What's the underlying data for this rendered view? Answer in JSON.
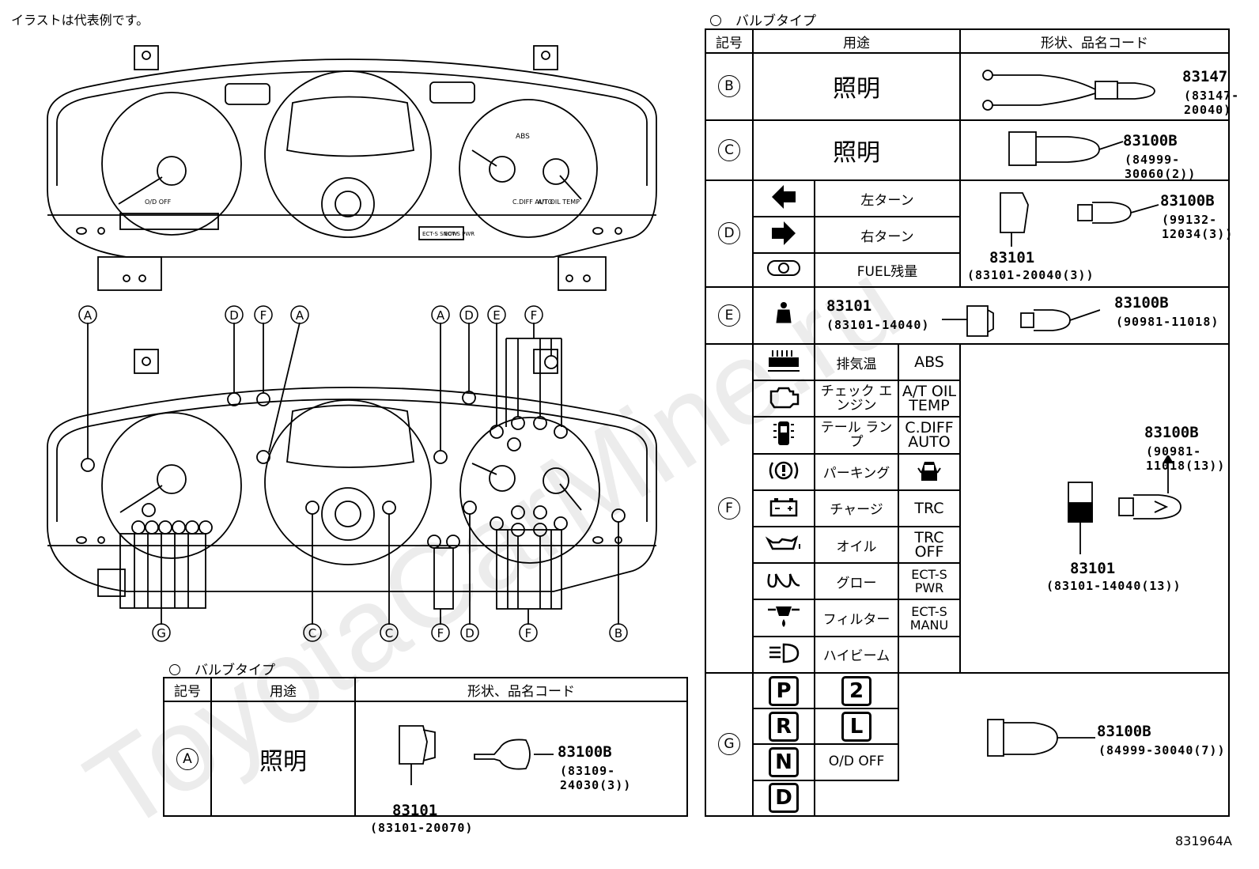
{
  "note": "イラストは代表例です。",
  "watermark": "ToyotaCarMine.ru",
  "figure_id": "831964A",
  "diagram": {
    "callouts": [
      "A",
      "D",
      "F",
      "A",
      "A",
      "D",
      "E",
      "F",
      "G",
      "C",
      "C",
      "F",
      "D",
      "F",
      "B"
    ],
    "gauge_small": [
      "ABS",
      "C.DIFF AUTO",
      "A/T OIL TEMP",
      "ECT-S SNOW",
      "ECT-S PWR",
      "O/D OFF"
    ]
  },
  "left_table": {
    "title": "バルブタイプ",
    "headers": [
      "記号",
      "用途",
      "形状、品名コード"
    ],
    "row": {
      "code": "A",
      "use": "照明",
      "socket_num": "83101",
      "socket_code": "(83101-20070)",
      "bulb_num": "83100B",
      "bulb_code": "(83109-24030(3))"
    }
  },
  "right_table": {
    "title": "バルブタイプ",
    "headers": [
      "記号",
      "用途",
      "形状、品名コード"
    ],
    "B": {
      "code": "B",
      "use": "照明",
      "part_num": "83147",
      "part_code": "(83147-20040)"
    },
    "C": {
      "code": "C",
      "use": "照明",
      "part_num": "83100B",
      "part_code": "(84999-30060(2))"
    },
    "D": {
      "code": "D",
      "items": [
        "左ターン",
        "右ターン",
        "FUEL残量"
      ],
      "bulb_num": "83100B",
      "bulb_code": "(99132-12034(3))",
      "socket_num": "83101",
      "socket_code": "(83101-20040(3))"
    },
    "E": {
      "code": "E",
      "socket_num": "83101",
      "socket_code": "(83101-14040)",
      "bulb_num": "83100B",
      "bulb_code": "(90981-11018)"
    },
    "F": {
      "code": "F",
      "items": [
        "排気温",
        "チェック エンジン",
        "テール ランプ",
        "パーキング",
        "チャージ",
        "オイル",
        "グロー",
        "フィルター",
        "ハイビーム"
      ],
      "codes": [
        "ABS",
        "A/T OIL TEMP",
        "C.DIFF AUTO",
        "",
        "TRC",
        "TRC OFF",
        "ECT-S PWR",
        "ECT-S MANU"
      ],
      "bulb_num": "83100B",
      "bulb_code": "(90981-11018(13))",
      "socket_num": "83101",
      "socket_code": "(83101-14040(13))"
    },
    "G": {
      "code": "G",
      "keys_left": [
        "P",
        "R",
        "N",
        "D"
      ],
      "keys_right": [
        "2",
        "L"
      ],
      "od": "O/D OFF",
      "part_num": "83100B",
      "part_code": "(84999-30040(7))"
    }
  }
}
